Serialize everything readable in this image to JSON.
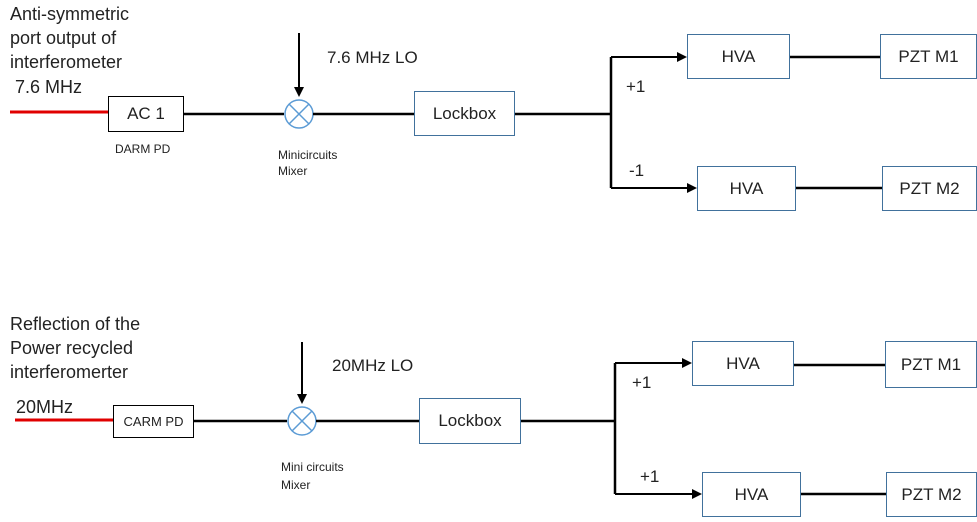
{
  "top": {
    "source_lines": [
      "Anti-symmetric",
      "port output of",
      "interferometer"
    ],
    "freq": "7.6 MHz",
    "detector": "AC 1",
    "detector_caption": "DARM PD",
    "lo": "7.6 MHz LO",
    "mixer_caption": [
      "Minicircuits",
      "Mixer"
    ],
    "lockbox": "Lockbox",
    "branch_upper_gain": "+1",
    "branch_lower_gain": "-1",
    "hva_upper": "HVA",
    "hva_lower": "HVA",
    "pzt_upper": "PZT M1",
    "pzt_lower": "PZT M2"
  },
  "bottom": {
    "source_lines": [
      "Reflection of the",
      "Power recycled",
      "interferomerter"
    ],
    "freq": "20MHz",
    "detector": "CARM PD",
    "lo": "20MHz LO",
    "mixer_caption": [
      "Mini circuits",
      "Mixer"
    ],
    "lockbox": "Lockbox",
    "branch_upper_gain": "+1",
    "branch_lower_gain": "+1",
    "hva_upper": "HVA",
    "hva_lower": "HVA",
    "pzt_upper": "PZT M1",
    "pzt_lower": "PZT M2"
  },
  "colors": {
    "signal_input": "#e00000",
    "wire": "#000000",
    "mixer_outline": "#5b9bd5",
    "block_outline": "#41719c"
  }
}
